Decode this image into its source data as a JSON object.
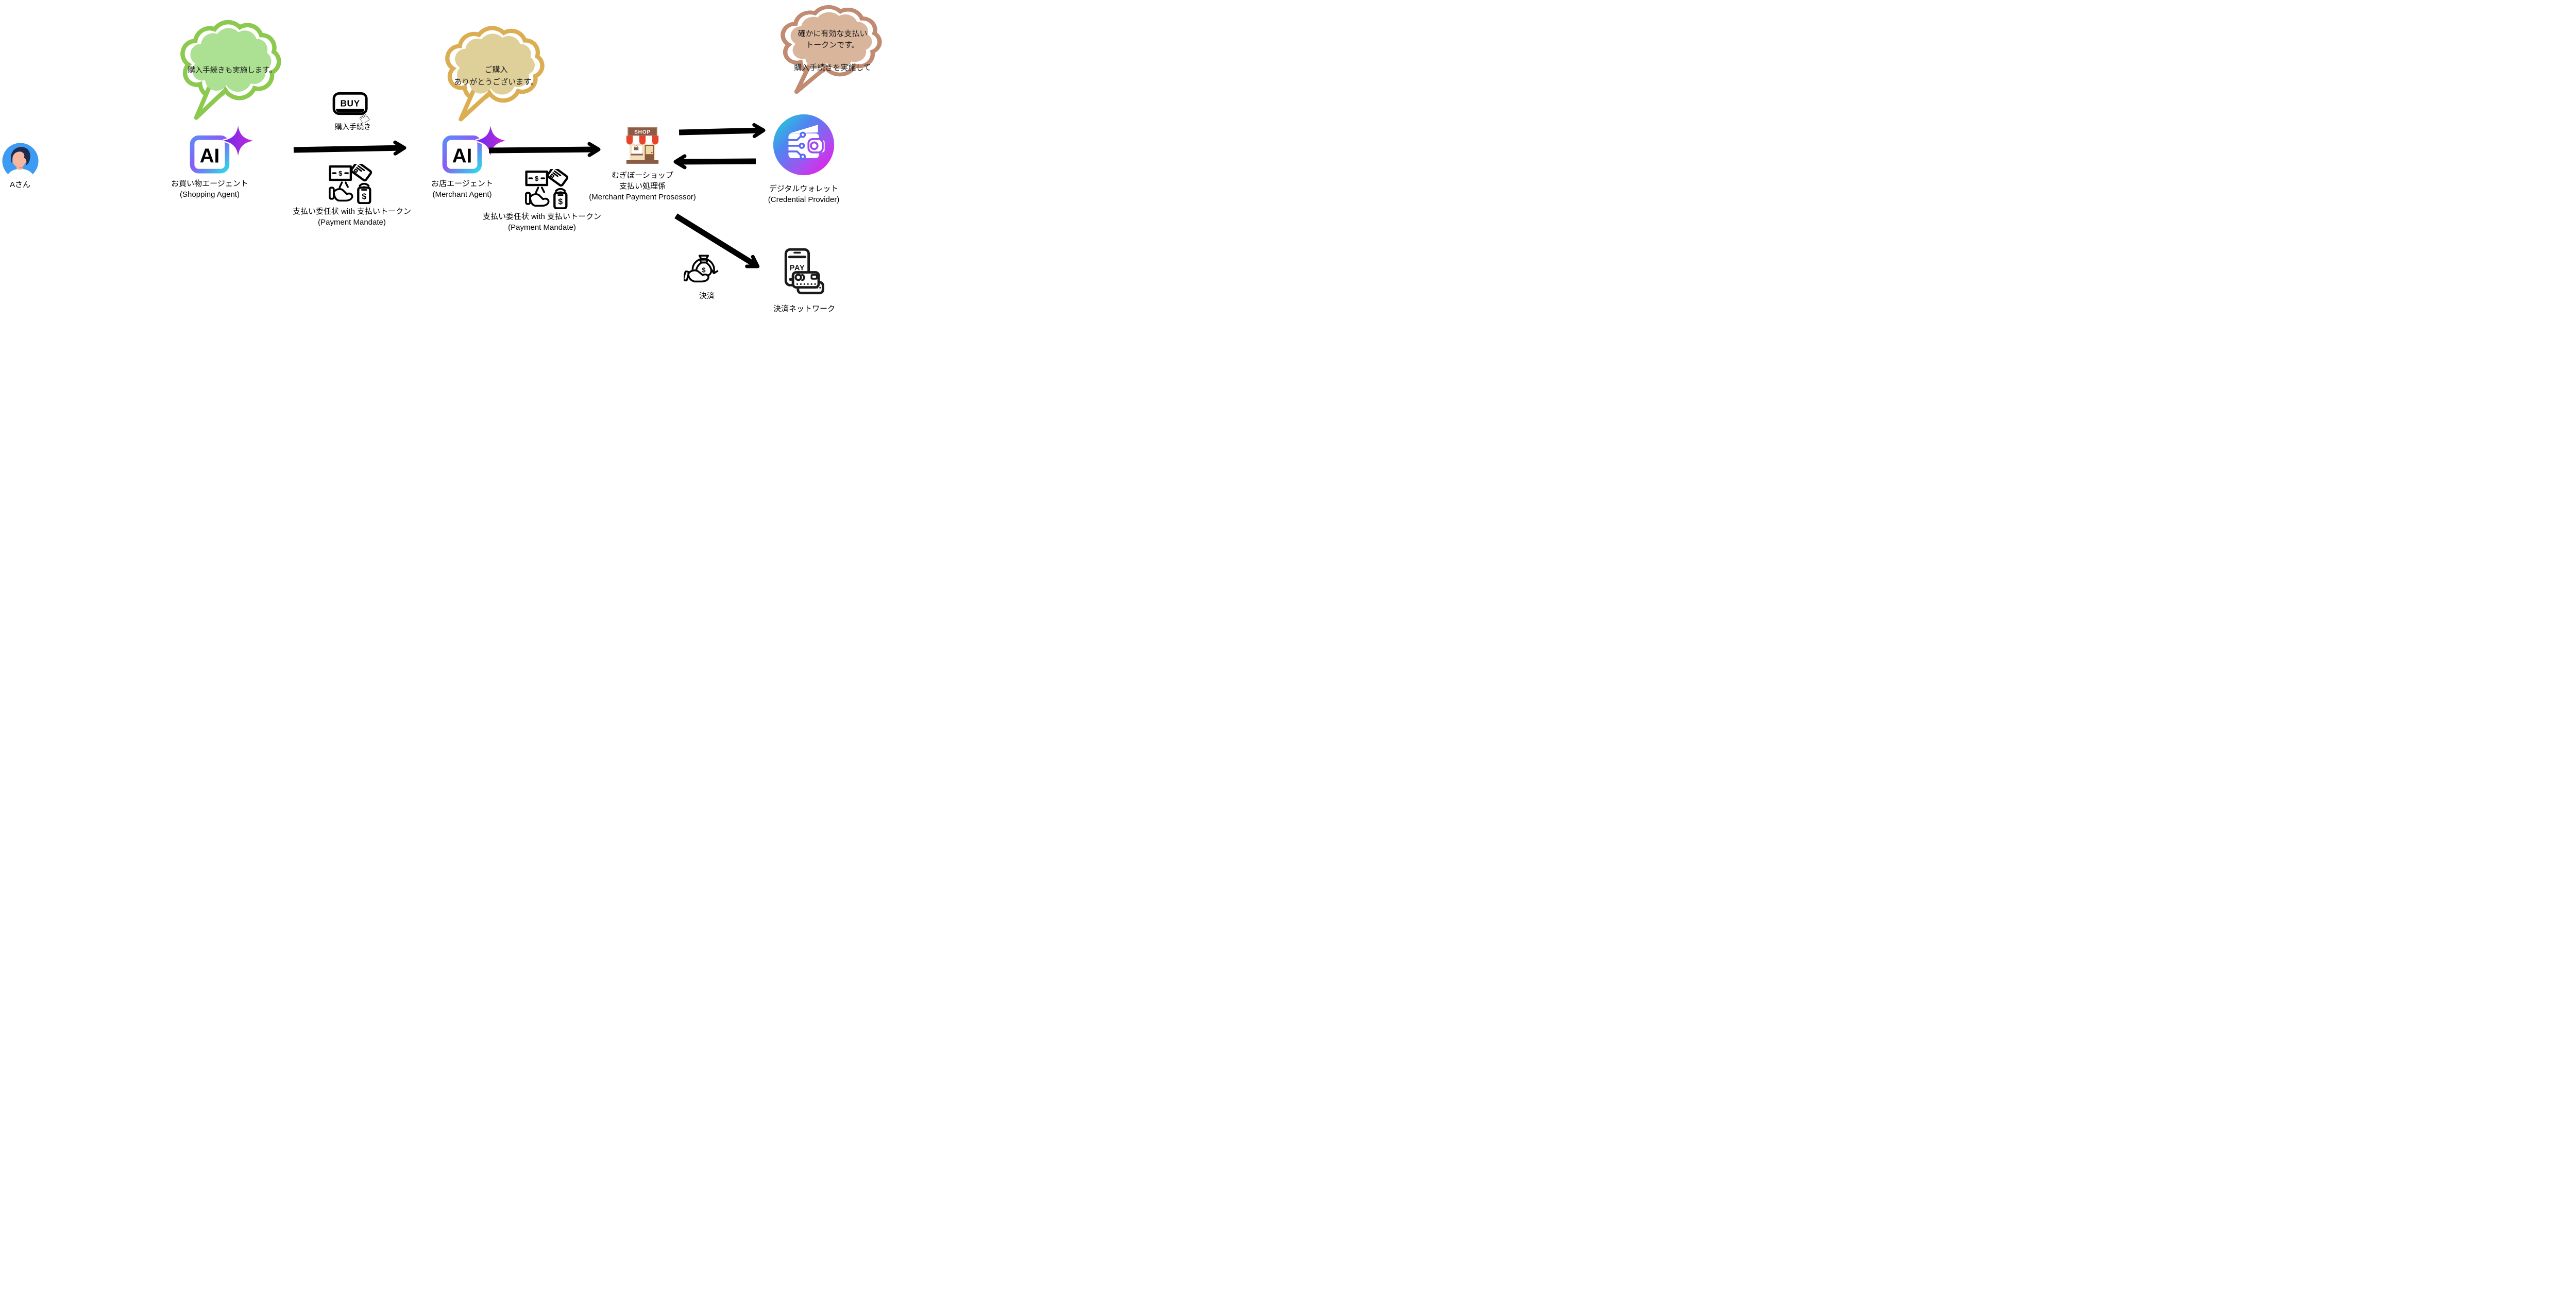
{
  "user": {
    "label": "Aさん"
  },
  "nodes": {
    "shopping_agent": {
      "icon_text": "AI",
      "label": "お買い物エージェント\n(Shopping Agent)"
    },
    "merchant_agent": {
      "icon_text": "AI",
      "label": "お店エージェント\n(Merchant Agent)"
    },
    "merchant_shop": {
      "sign_text": "SHOP",
      "label": "むぎぼーショップ\n支払い処理係\n(Merchant Payment Prosessor)"
    },
    "credential_provider": {
      "label": "デジタルウォレット\n(Credential Provider)"
    },
    "settlement": {
      "label": "決済"
    },
    "payment_network": {
      "phone_text": "PAY",
      "label": "決済ネットワーク"
    }
  },
  "annotations": {
    "purchase": {
      "button_text": "BUY",
      "label": "購入手続き"
    },
    "payment_mandate_1": {
      "label": "支払い委任状 with 支払いトークン\n(Payment Mandate)"
    },
    "payment_mandate_2": {
      "label": "支払い委任状 with 支払いトークン\n(Payment Mandate)"
    }
  },
  "bubbles": {
    "shopping_agent": {
      "text": "購入手続きも実施します。",
      "border_color": "#8CC94F",
      "fill_color": "#ACE092"
    },
    "merchant_agent": {
      "text": "ご購入\nありがとうございます。",
      "border_color": "#DCAE54",
      "fill_color": "#DFD09A"
    },
    "credential_provider": {
      "text": "確かに有効な支払い\nトークンです。\n\n購入手続きを実施して",
      "border_color": "#C08B70",
      "fill_color": "#D9B59C"
    }
  },
  "colors": {
    "arrow": "#000000",
    "ai_gradient_start": "#5E8BF7",
    "ai_gradient_mid": "#8A5BF6",
    "ai_gradient_end": "#2ED9E8",
    "sparkle_gradient_start": "#6A28F2",
    "sparkle_gradient_end": "#C52BD4",
    "wallet_gradient_start": "#1FD8D8",
    "wallet_gradient_mid1": "#4E85F0",
    "wallet_gradient_mid2": "#B04AF0",
    "wallet_gradient_end": "#F50FDE",
    "wallet_circuit": "#5B6CF5",
    "wallet_pocket": "#9C4BF0",
    "shop_red": "#E8442C",
    "shop_brown": "#8B5B45",
    "shop_brown_light": "#B07D5E",
    "shop_cream": "#F2DFBE",
    "shop_door": "#EFD9A8",
    "shop_door_frame": "#8A5A3C",
    "avatar_bg": "#3E9BF4",
    "avatar_hair": "#1D2B4F",
    "avatar_skin": "#F7B69E",
    "avatar_shirt": "#FFFFFF"
  }
}
